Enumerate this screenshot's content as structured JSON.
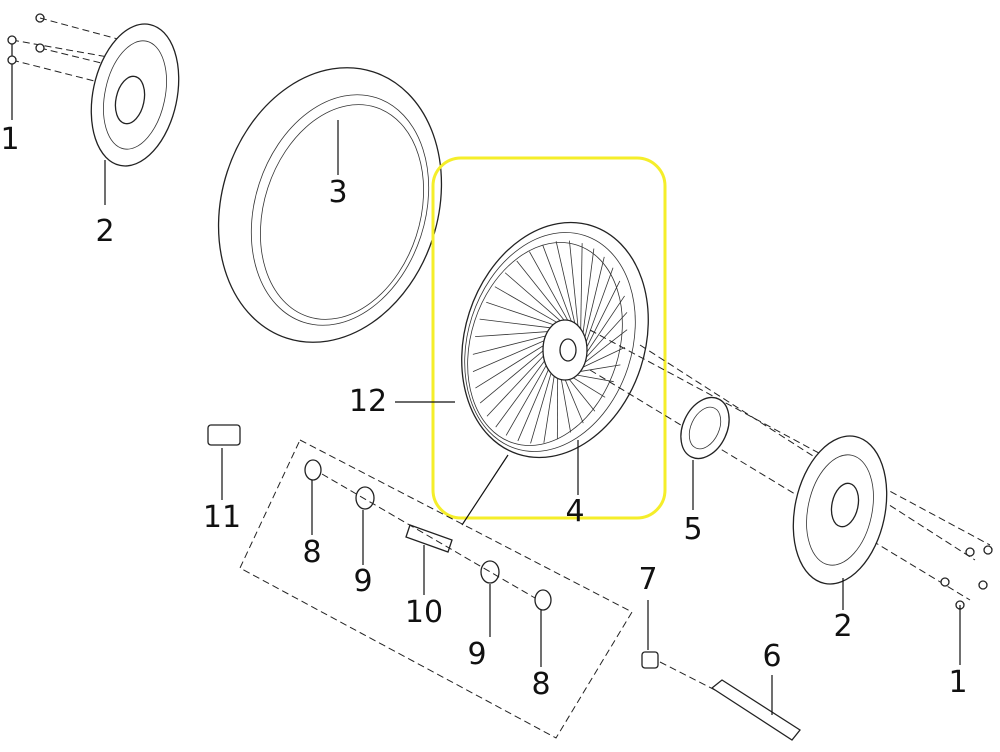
{
  "diagram": {
    "highlight_color": "#F5EE2A",
    "callouts": [
      {
        "id": "bolt-top-left",
        "label": "1"
      },
      {
        "id": "disc-top-left",
        "label": "2"
      },
      {
        "id": "tire",
        "label": "3"
      },
      {
        "id": "rim-tape",
        "label": "12"
      },
      {
        "id": "wheel",
        "label": "4"
      },
      {
        "id": "sensor-ring",
        "label": "5"
      },
      {
        "id": "sensor",
        "label": "11"
      },
      {
        "id": "seal-left",
        "label": "8"
      },
      {
        "id": "bearing-left",
        "label": "9"
      },
      {
        "id": "spacer",
        "label": "10"
      },
      {
        "id": "bearing-right",
        "label": "9"
      },
      {
        "id": "seal-right",
        "label": "8"
      },
      {
        "id": "axle-nut",
        "label": "7"
      },
      {
        "id": "axle",
        "label": "6"
      },
      {
        "id": "disc-right",
        "label": "2"
      },
      {
        "id": "bolt-right",
        "label": "1"
      }
    ]
  }
}
